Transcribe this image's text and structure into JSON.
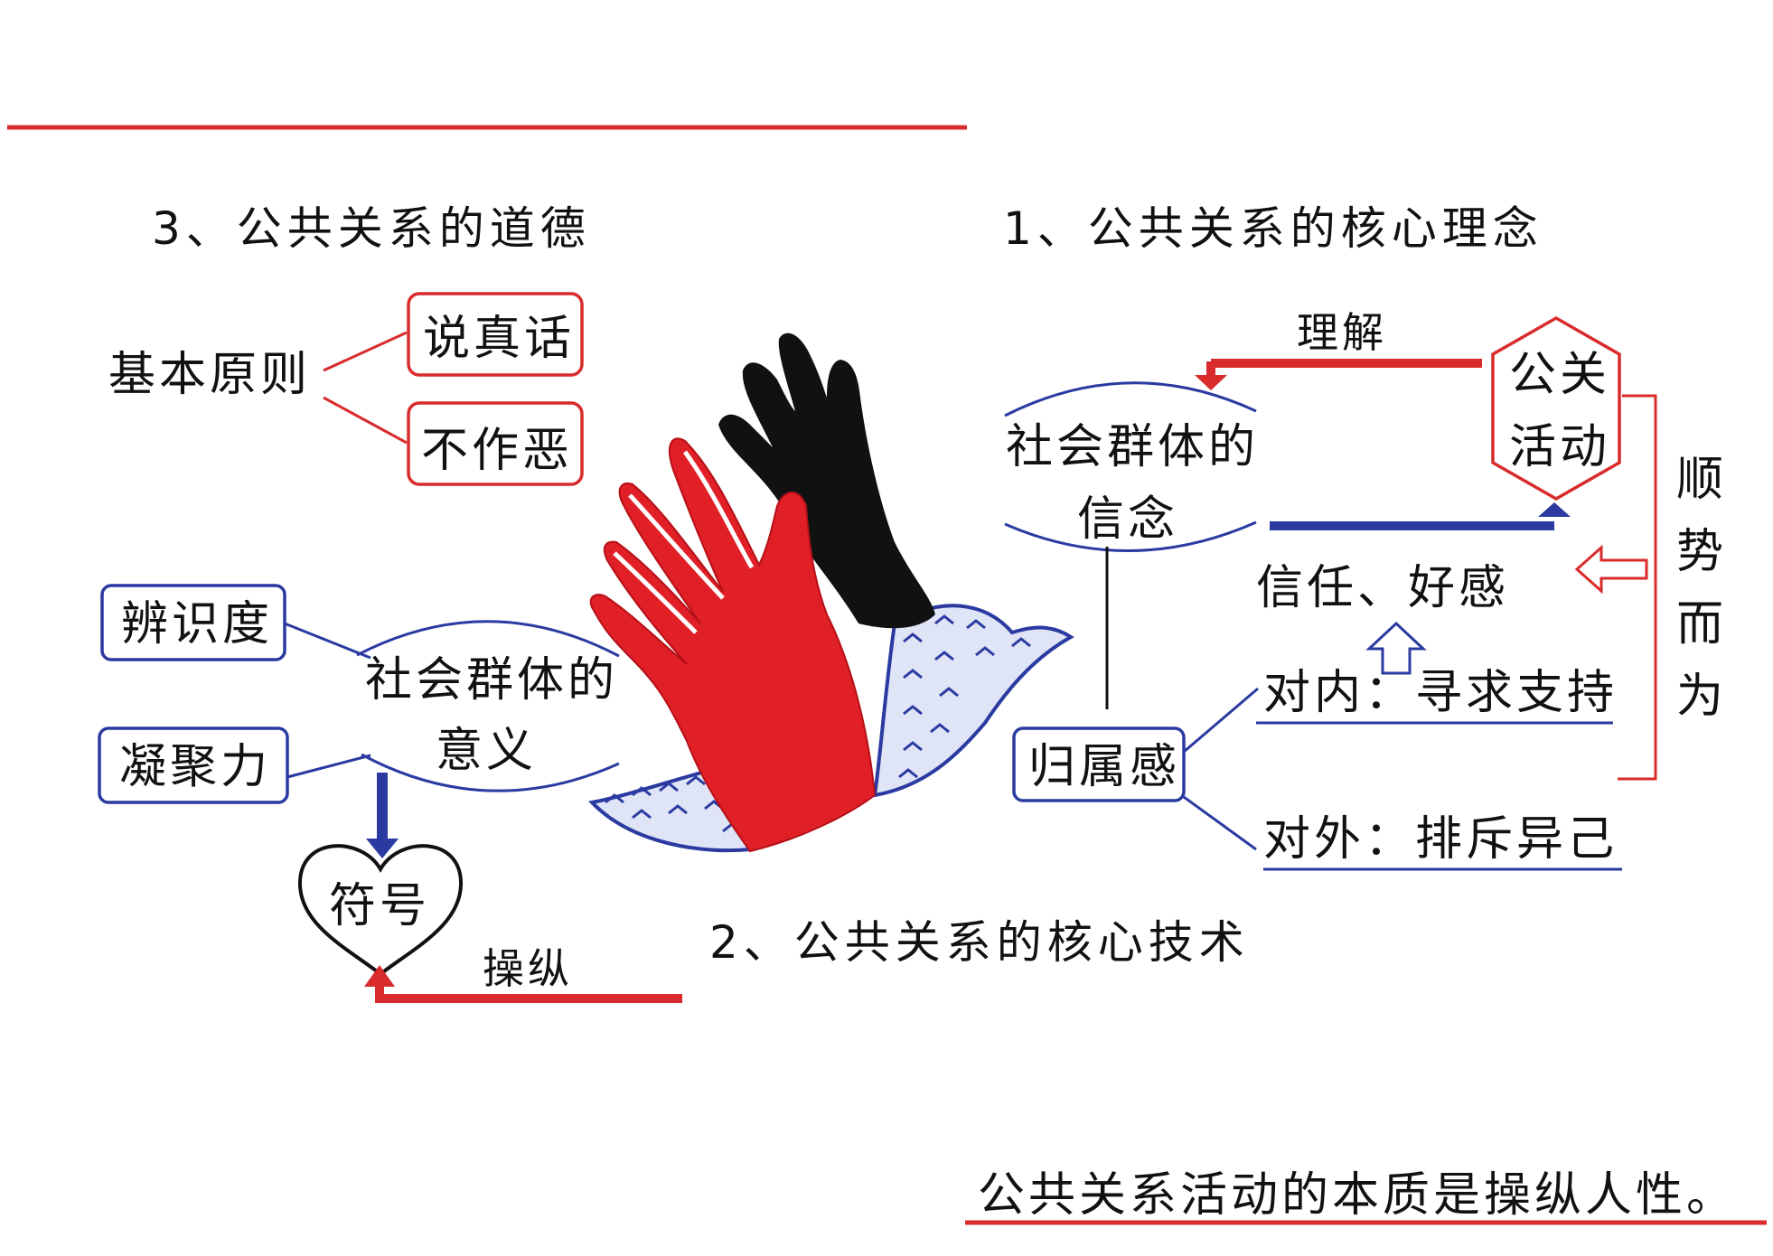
{
  "colors": {
    "red": "#d92b2b",
    "blue": "#2a3aa0",
    "black": "#111111"
  },
  "section3": {
    "title": "3、公共关系的道德",
    "principle": "基本原则",
    "items": [
      "说真话",
      "不作恶"
    ]
  },
  "section1": {
    "title": "1、公共关系的核心理念",
    "belief_line1": "社会群体的",
    "belief_line2": "信念",
    "understand": "理解",
    "pr_line1": "公关",
    "pr_line2": "活动",
    "follow_trend": [
      "顺",
      "势",
      "而",
      "为"
    ],
    "trust": "信任、好感",
    "belonging": "归属感",
    "internal": "对内：寻求支持",
    "external": "对外：排斥异己"
  },
  "section2": {
    "title": "2、公共关系的核心技术",
    "recognition": "辨识度",
    "cohesion": "凝聚力",
    "meaning_line1": "社会群体的",
    "meaning_line2": "意义",
    "symbol": "符号",
    "manipulate": "操纵"
  },
  "conclusion": "公共关系活动的本质是操纵人性。"
}
